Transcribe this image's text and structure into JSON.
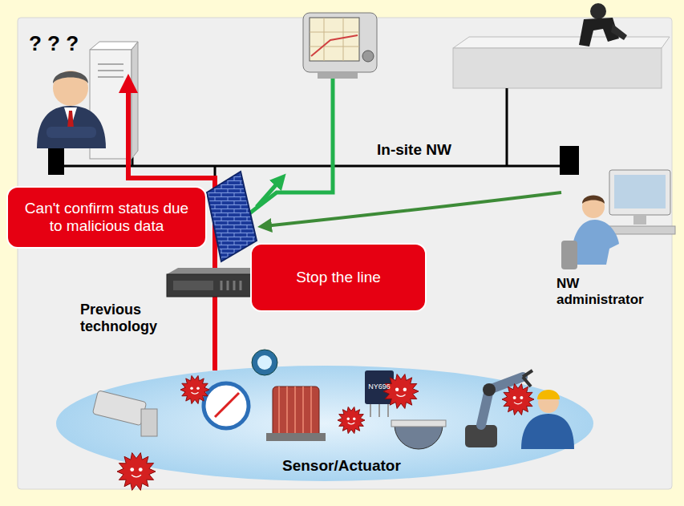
{
  "diagram": {
    "nodes": [
      {
        "text": [
          "Can't confirm status due to malicious data"
        ]
      },
      {
        "text": [
          "Stop the line"
        ]
      }
    ],
    "labels": [
      "? ? ?",
      "In-site NW",
      "NW administrator",
      "Previous technology",
      "Sensor/Actuator",
      "NY696"
    ]
  }
}
